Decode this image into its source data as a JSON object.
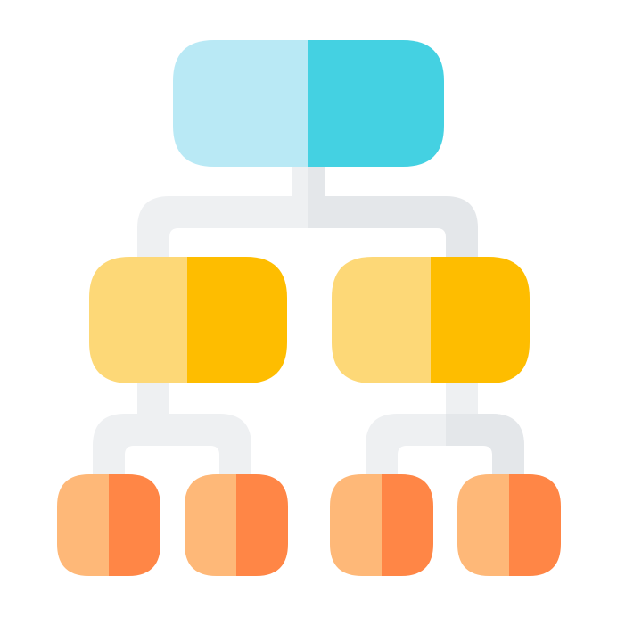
{
  "diagram": {
    "kind": "hierarchy-icon",
    "levels": 3,
    "node_counts": [
      1,
      2,
      4
    ],
    "colors": {
      "background": "#ffffff",
      "connector_light": "#eef0f2",
      "connector_dark": "#e4e7ea",
      "root_light": "#b9e9f5",
      "root_dark": "#44d1e2",
      "mid_light": "#fdd877",
      "mid_dark": "#febd00",
      "leaf_light": "#feb878",
      "leaf_dark": "#ff8646"
    }
  }
}
